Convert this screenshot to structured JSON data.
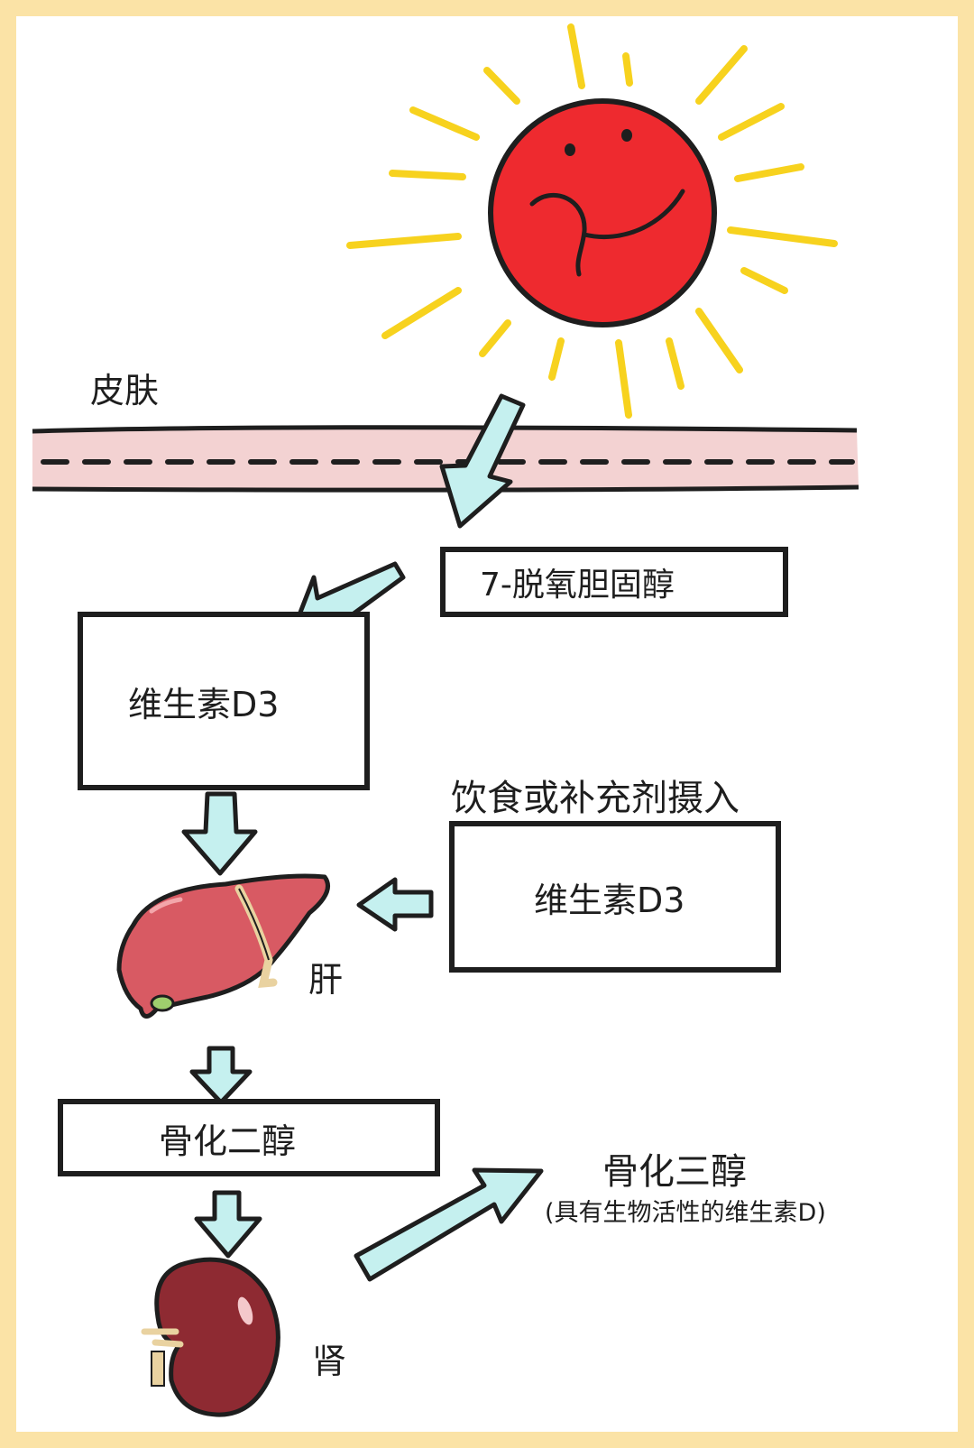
{
  "labels": {
    "skin": "皮肤",
    "precursor": "7-脱氧胆固醇",
    "vitd3_skin": "维生素D3",
    "intake": "饮食或补充剂摄入",
    "vitd3_intake": "维生素D3",
    "liver": "肝",
    "calcidiol": "骨化二醇",
    "calcitriol": "骨化三醇",
    "calcitriol_note": "(具有生物活性的维生素D)",
    "kidney": "肾"
  },
  "colors": {
    "background": "#fbe3a6",
    "sun": "#ee2a2f",
    "rays": "#f7d21e",
    "skin_band": "#f3d2d2",
    "arrow": "#c5f0ef",
    "liver": "#d85a63",
    "kidney": "#8e2a32"
  },
  "icons": [
    "sun-icon",
    "liver-icon",
    "kidney-icon"
  ]
}
